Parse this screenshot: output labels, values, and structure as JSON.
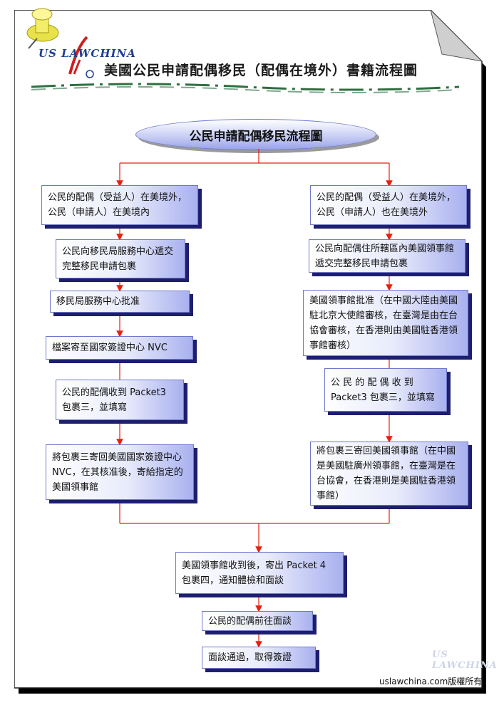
{
  "header": {
    "logo_text": "US LAWCHINA",
    "title": "美國公民申請配偶移民（配偶在境外）書籍流程圖"
  },
  "diagram": {
    "main_title": "公民申請配偶移民流程圖",
    "left": [
      "公民的配偶（受益人）在美境外，公民（申請人）在美境內",
      "公民向移民局服務中心遞交完整移民申請包裹",
      "移民局服務中心批准",
      "檔案寄至國家簽證中心 NVC",
      "公民的配偶收到 Packet3 包裹三，並填寫",
      "將包裹三寄回美國國家簽證中心 NVC，在其核准後，寄給指定的美國領事館"
    ],
    "right": [
      "公民的配偶（受益人）在美境外，公民（申請人）也在美境外",
      "公民向配偶住所轄區內美國領事館遞交完整移民申請包裹",
      "美國領事館批准（在中國大陸由美國駐北京大使館審核，在臺灣是由在台協會審核，在香港則由美國駐香港領事館審核）",
      "公 民 的 配 偶 收 到 Packet3 包裹三，並填寫",
      "將包裹三寄回美國領事館（在中國是美國駐廣州領事館，在臺灣是在台協會，在香港則是美國駐香港領事館）"
    ],
    "bottom": [
      "美國領事館收到後，寄出 Packet 4 包裹四，通知體檢和面談",
      "公民的配偶前往面談",
      "面談通過，取得簽證"
    ]
  },
  "footer": {
    "copyright": "uslawchina.com版權所有",
    "watermark": "US LAWCHINA"
  },
  "colors": {
    "arrow": "#e8200e",
    "box_border": "#6f79c9",
    "shadow": "#1e1e6e"
  }
}
